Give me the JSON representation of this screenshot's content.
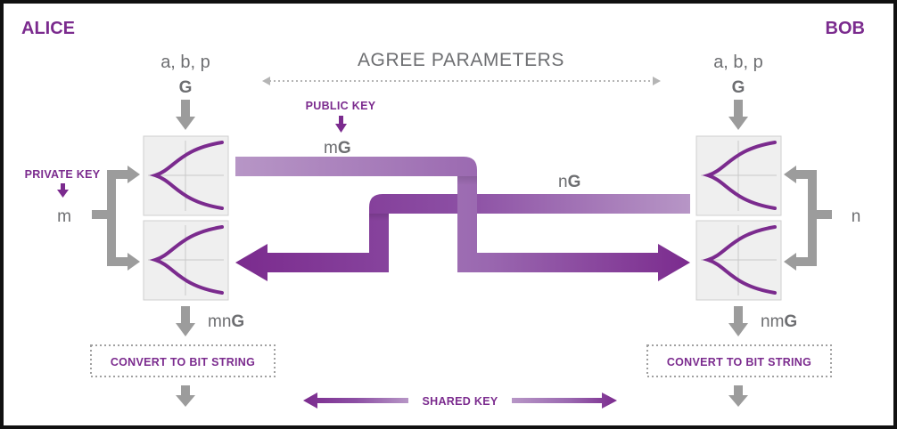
{
  "colors": {
    "purple": "#7b2b8e",
    "purple_light": "#a47ab8",
    "grey_text": "#6d6e71",
    "grey_arrow": "#9c9c9c",
    "box_fill": "#efefef",
    "box_stroke": "#cfcfcf"
  },
  "alice": {
    "name": "ALICE",
    "params": "a, b, p",
    "generator": "G",
    "private_key_label": "PRIVATE KEY",
    "private_key": "m",
    "shared_pre": "mn",
    "shared_g": "G",
    "convert_label": "CONVERT TO BIT STRING"
  },
  "bob": {
    "name": "BOB",
    "params": "a, b, p",
    "generator": "G",
    "private_key": "n",
    "shared_pre": "nm",
    "shared_g": "G",
    "convert_label": "CONVERT TO BIT STRING"
  },
  "agree_parameters": "AGREE PARAMETERS",
  "public_key_label": "PUBLIC KEY",
  "public_alice_pre": "m",
  "public_alice_g": "G",
  "public_bob_pre": "n",
  "public_bob_g": "G",
  "shared_key_label": "SHARED KEY"
}
